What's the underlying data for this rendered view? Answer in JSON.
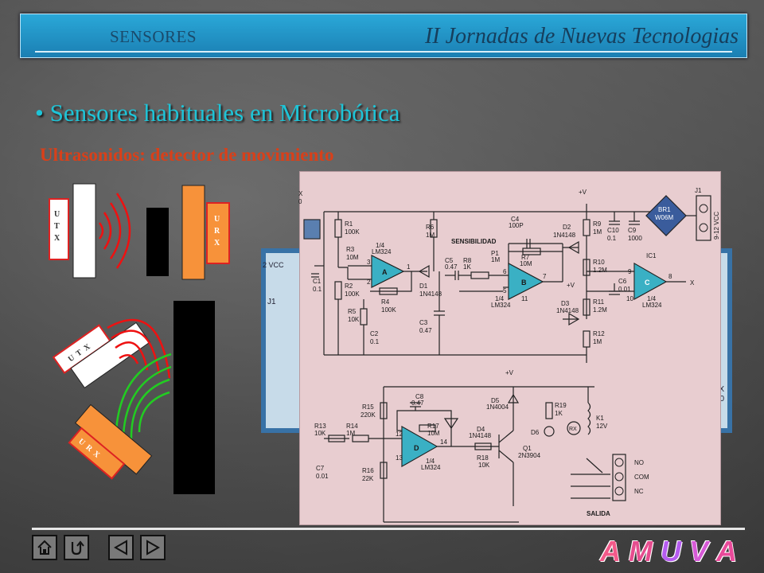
{
  "header": {
    "left_text": "SENSORES",
    "right_text": "II Jornadas de Nuevas Tecnologias"
  },
  "slide": {
    "bullet": "•",
    "title": "Sensores habituales en Microbótica",
    "subtitle": "Ultrasonidos: detector de movimiento"
  },
  "sensor_labels": {
    "utx": [
      "U",
      "T",
      "X"
    ],
    "urx": [
      "U",
      "R",
      "X"
    ]
  },
  "schematic": {
    "labels": {
      "r1": "R1",
      "r1v": "100K",
      "r2": "R2",
      "r2v": "100K",
      "r3": "R3",
      "r3v": "10M",
      "r4": "R4",
      "r4v": "100K",
      "r5": "R5",
      "r5v": "10K",
      "r6": "R6",
      "r6v": "1M",
      "r7": "R7",
      "r7v": "10M",
      "r8": "R8",
      "r8v": "1K",
      "r9": "R9",
      "r9v": "1M",
      "r10": "R10",
      "r10v": "1.2M",
      "r11": "R11",
      "r11v": "1.2M",
      "r12": "R12",
      "r12v": "1M",
      "c1": "C1",
      "c1v": "0.1",
      "c2": "C2",
      "c2v": "0.1",
      "c3": "C3",
      "c3v": "0.47",
      "c4": "C4",
      "c4v": "100P",
      "c5": "C5",
      "c5v": "0.47",
      "c6": "C6",
      "c6v": "0.01",
      "c9": "C9",
      "c9v": "1000",
      "c10": "C10",
      "c10v": "0.1",
      "d1": "D1",
      "d1v": "1N4148",
      "d2": "D2",
      "d2v": "1N4148",
      "d3": "D3",
      "d3v": "1N4148",
      "p1": "P1",
      "p1v": "1M",
      "sens": "SENSIBILIDAD",
      "lm1": "1/4",
      "lm1v": "LM324",
      "lm2": "1/4",
      "lm2v": "LM324",
      "lm3": "1/4",
      "lm3v": "LM324",
      "ic1": "IC1",
      "opA": "A",
      "opB": "B",
      "opC": "C",
      "opD": "D",
      "vcc": "+V",
      "vcc2": "+V",
      "vcc3": "+V",
      "br": "BR1",
      "brv": "W06M",
      "j1": "J1",
      "j1v": "9-12 VCC",
      "x": "X",
      "pin1": "1",
      "pin2": "2",
      "pin3": "3",
      "pin5": "5",
      "pin6": "6",
      "pin7": "7",
      "pin8": "8",
      "pin9": "9",
      "pin10": "10",
      "pin11": "11",
      "r13": "R13",
      "r13v": "10K",
      "r14": "R14",
      "r14v": "1M",
      "r15": "R15",
      "r15v": "220K",
      "r16": "R16",
      "r16v": "22K",
      "r17": "R17",
      "r17v": "10M",
      "r18": "R18",
      "r18v": "10K",
      "r19": "R19",
      "r19v": "1K",
      "c7": "C7",
      "c7v": "0.01",
      "c8": "C8",
      "c8v": "0.47",
      "d4": "D4",
      "d4v": "1N4148",
      "d5": "D5",
      "d5v": "1N4004",
      "d6": "D6",
      "rx": "RX",
      "k1": "K1",
      "k1v": "12V",
      "q1": "Q1",
      "q1v": "2N3904",
      "pin12": "12",
      "pin13": "13",
      "pin14": "14",
      "lm4": "1/4",
      "lm4v": "LM324",
      "no": "NO",
      "com": "COM",
      "nc": "NC",
      "salida": "SALIDA",
      "bandL1": "2 VCC",
      "bandL2": "J1",
      "bandR1": "X",
      "bandR2": "0",
      "topL1": "X",
      "topL2": "0"
    }
  },
  "nav": {
    "home": "home-icon",
    "return": "return-icon",
    "prev": "prev-icon",
    "next": "next-icon"
  },
  "brand": {
    "letters": [
      "A",
      "M",
      "U",
      "V",
      "A"
    ],
    "colors": [
      "#f25a8a",
      "#e64d8f",
      "#b65cf0",
      "#d65ad6",
      "#e94a9a"
    ]
  },
  "colors": {
    "title": "#1ec4d7",
    "subtitle": "#d8401a",
    "header": "#1b7fb3"
  }
}
